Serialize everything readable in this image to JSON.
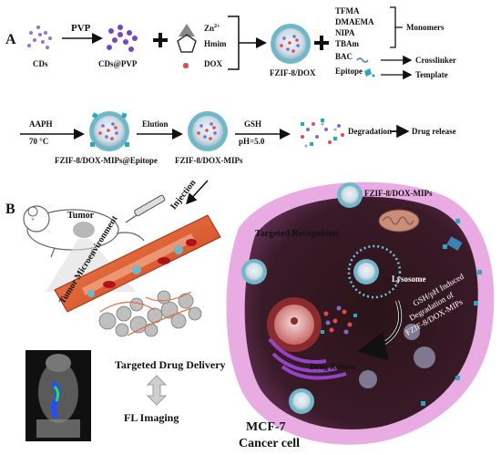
{
  "panel_a": {
    "label": "A",
    "cds": "CDs",
    "pvp": "PVP",
    "cds_pvp": "CDs@PVP",
    "zn": "Zn",
    "zn_sup": "2+",
    "hmim": "Hmim",
    "dox": "DOX",
    "fzif_dox": "FZIF-8/DOX",
    "monomers_list": [
      "TFMA",
      "DMAEMA",
      "NIPA",
      "TBAm"
    ],
    "monomers": "Monomers",
    "bac": "BAC",
    "crosslinker": "Crosslinker",
    "epitope": "Epitope",
    "template": "Template",
    "aaph": "AAPH",
    "temp": "70 °C",
    "elution": "Elution",
    "gsh": "GSH",
    "ph": "pH=5.0",
    "degradation": "Degradation",
    "drug_release": "Drug release",
    "mips_epitope": "FZIF-8/DOX-MIPs@Epitope",
    "mips": "FZIF-8/DOX-MIPs"
  },
  "panel_b": {
    "label": "B",
    "tumor": "Tumor",
    "injection": "Injection",
    "tumor_micro": "Tumor Microenvironment",
    "targeted_delivery": "Targeted Drug Delivery",
    "fl_imaging": "FL Imaging",
    "mips_label": "FZIF-8/DOX-MIPs",
    "targeted_recognition": "Targeted Recognition",
    "lysosome": "Lysosome",
    "gsh_line1": "GSH/pH Induced",
    "gsh_line2": "Degradation of",
    "gsh_line3": "FZIF-8/DOX-MIPs",
    "drug_release": "Drug Release",
    "mcf7": "MCF-7",
    "cancer_cell": "Cancer cell"
  },
  "colors": {
    "shell": "#6fb7c9",
    "core": "#d7e3ea",
    "cd_dot": "#7e6ad6",
    "dox_dot": "#e04a4a",
    "cell": "#e6a2df",
    "nucleus": "#2a1418",
    "vessel": "#e2572a"
  }
}
